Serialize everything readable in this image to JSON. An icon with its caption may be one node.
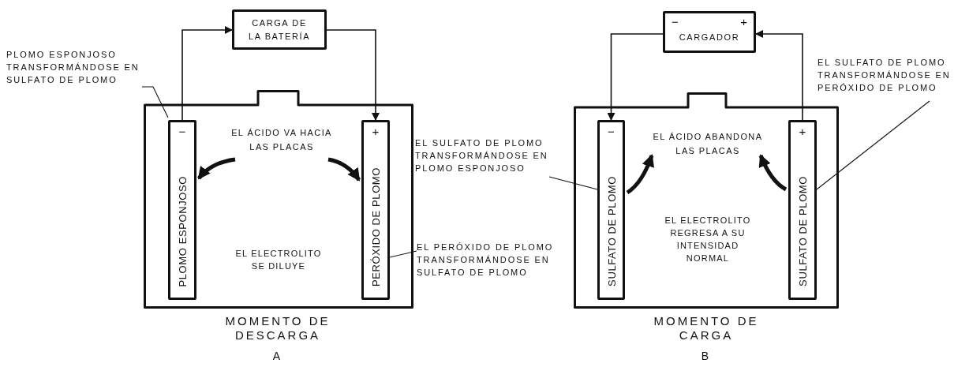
{
  "diagram": {
    "nodes": [
      {
        "text": [
          "CARGA DE LA BATERÍA"
        ]
      },
      {
        "text": [
          "PLOMO ESPONJOSO TRANSFORMÁNDOSE EN SULFATO DE PLOMO"
        ]
      },
      {
        "text": [],
        "shape": "box",
        "beside": [
          "MOMENTO DE DESCARGA",
          "A"
        ]
      },
      {
        "text": [
          "−",
          "PLOMO ESPONJOSO"
        ],
        "in": 2
      },
      {
        "text": [
          "EL ÁCIDO VA HACIA LAS PLACAS"
        ],
        "in": 2
      },
      {
        "text": [
          "+",
          "PERÓXIDO DE PLOMO"
        ],
        "in": 2
      },
      {
        "text": [
          "EL PERÓXIDO DE PLOMO TRANSFORMÁNDOSE EN SULFATO DE PLOMO"
        ]
      },
      {
        "text": [
          "−",
          "+",
          "CARGADOR"
        ]
      },
      {
        "text": [
          "EL SULFATO DE PLOMO TRANSFORMÁNDOSE EN PERÓXIDO DE PLOMO"
        ]
      },
      {
        "text": [
          "EL SULFATO DE PLOMO TRANSFORMÁNDOSE EN PLOMO ESPONJOSO"
        ]
      },
      {
        "text": [],
        "shape": "box",
        "beside": [
          "MOMENTO DE CARGA",
          "B"
        ]
      },
      {
        "text": [
          "−",
          "SULFATO DE PLOMO"
        ],
        "in": 10
      },
      {
        "text": [
          "EL ÁCIDO ABANDONA LAS PLACAS"
        ],
        "in": 10
      },
      {
        "text": [
          "+",
          "SULFATO DE PLOMO"
        ],
        "in": 10
      }
    ],
    "edges": [
      {
        "from": 3,
        "to": 0,
        "arrow": "to"
      },
      {
        "from": 0,
        "to": 5,
        "arrow": "to"
      },
      {
        "from": 1,
        "to": 3,
        "arrow": "none"
      },
      {
        "from": 4,
        "to": 3,
        "arrow": "to",
        "style": "thick"
      },
      {
        "from": 4,
        "to": 5,
        "arrow": "to",
        "style": "thick"
      },
      {
        "from": 6,
        "to": 5,
        "arrow": "none"
      },
      {
        "from": 7,
        "to": 11,
        "arrow": "to"
      },
      {
        "from": 13,
        "to": 7,
        "arrow": "to"
      },
      {
        "from": 9,
        "to": 11,
        "arrow": "none"
      },
      {
        "from": 8,
        "to": 13,
        "arrow": "none"
      },
      {
        "from": 11,
        "to": 12,
        "arrow": "to",
        "style": "thick"
      },
      {
        "from": 13,
        "to": 12,
        "arrow": "to",
        "style": "thick"
      }
    ],
    "labels": [
      "EL ELECTROLITO SE DILUYE",
      "EL ELECTROLITO REGRESA A SU INTENSIDAD NORMAL"
    ]
  }
}
